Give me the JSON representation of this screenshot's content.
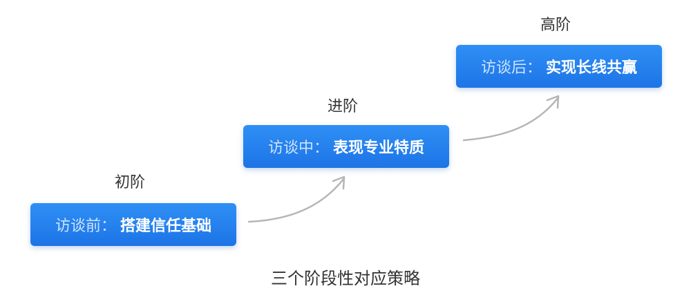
{
  "stages": [
    {
      "level": "初阶",
      "prefix": "访谈前：",
      "strategy": "搭建信任基础"
    },
    {
      "level": "进阶",
      "prefix": "访谈中：",
      "strategy": "表现专业特质"
    },
    {
      "level": "高阶",
      "prefix": "访谈后：",
      "strategy": "实现长线共赢"
    }
  ],
  "caption": "三个阶段性对应策略",
  "colors": {
    "box": "#1f78e8",
    "box_prefix_text": "#cfe3ff",
    "box_main_text": "#ffffff",
    "arrow": "#b5b5b5",
    "label_text": "#333333"
  }
}
